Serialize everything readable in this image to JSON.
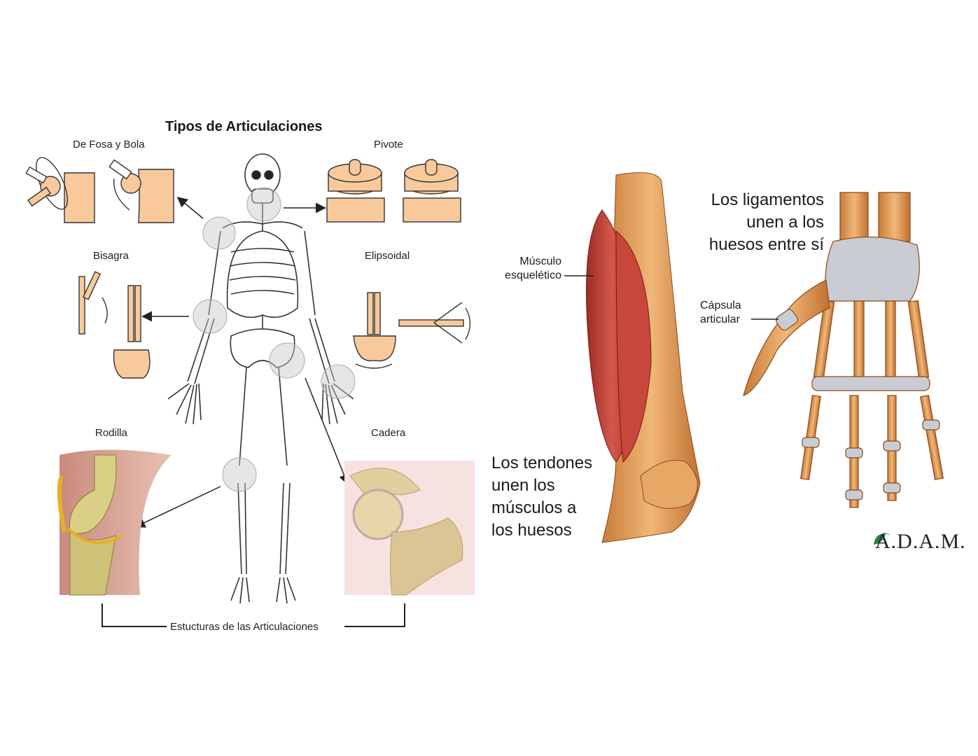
{
  "diagram": {
    "title": "Tipos de Articulaciones",
    "joint_types": [
      "De Fosa y Bola",
      "Pivote",
      "Bisagra",
      "Elipsoidal",
      "Rodilla",
      "Cadera"
    ],
    "bracket_caption": "Estucturas de las Articulaciones"
  },
  "right_panel": {
    "muscle_label": "Músculo\nesquelético",
    "tendons_caption": "Los tendones\nunen los\nmúsculos a\nlos huesos",
    "ligaments_caption": "Los ligamentos\nunen a los\nhuesos entre sí",
    "capsule_label": "Cápsula\narticular",
    "brand": "A.D.A.M."
  },
  "colors": {
    "joint_fill": "#f8c99a",
    "joint_stroke": "#333333",
    "muscle": "#c8453a",
    "bone": "#d9904a",
    "ligament": "#b9bcc4",
    "highlight_circle": "#c8c8c8"
  }
}
